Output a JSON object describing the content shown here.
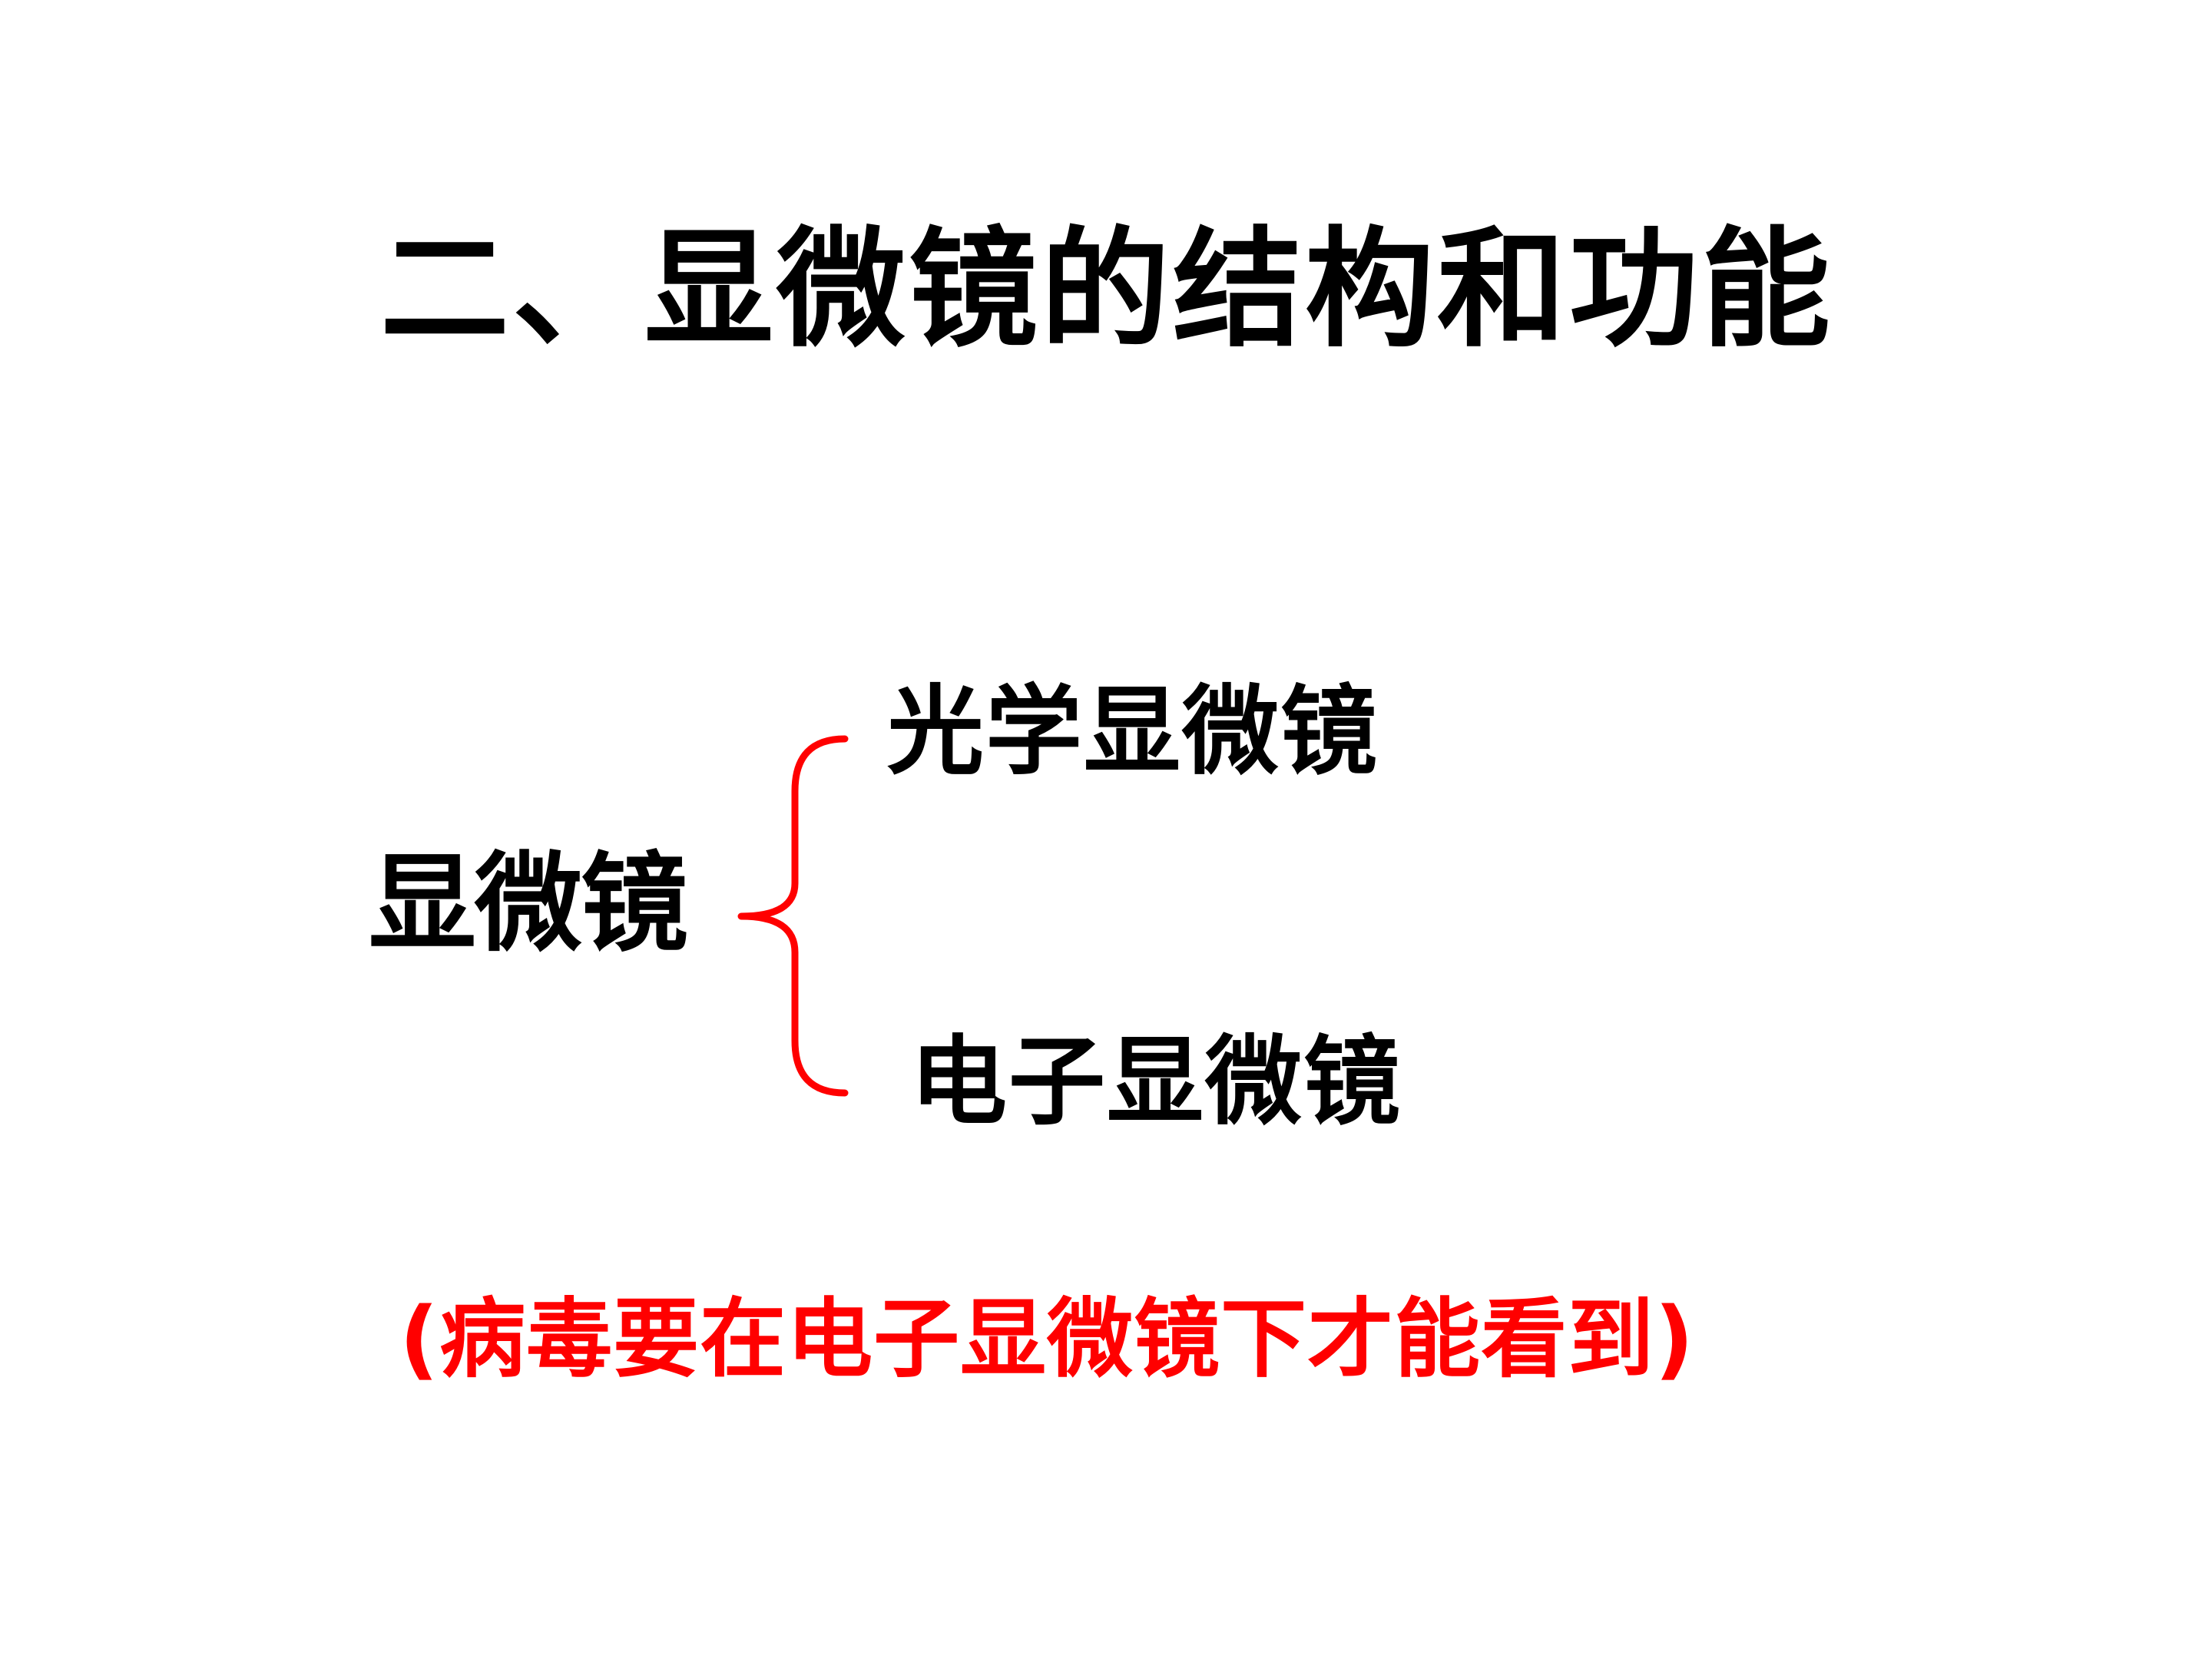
{
  "slide": {
    "title": "二、显微镜的结构和功能",
    "diagram": {
      "root": "显微镜",
      "branches": [
        {
          "label": "光学显微镜"
        },
        {
          "label": "电子显微镜"
        }
      ],
      "brace_color": "#ff0000"
    },
    "note": "(病毒要在电子显微镜下才能看到)",
    "note_color": "#ff0000"
  }
}
